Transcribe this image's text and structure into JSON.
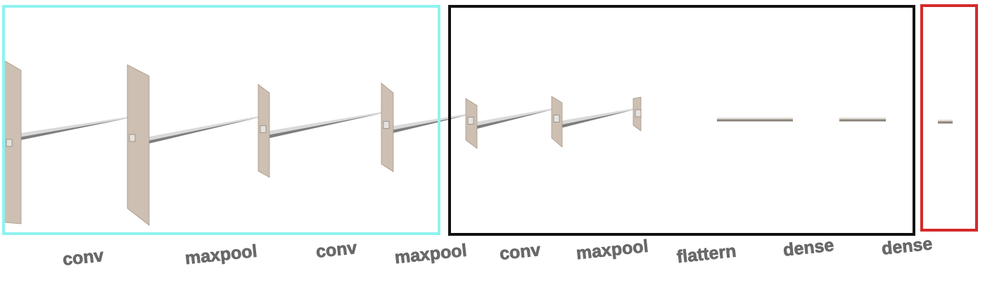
{
  "groups": [
    {
      "name": "cyan-group",
      "color": "#8ff3ef"
    },
    {
      "name": "black-group",
      "color": "#111111"
    },
    {
      "name": "red-group",
      "color": "#d42a2a"
    }
  ],
  "colors": {
    "plane_fill": "#cdbfb2",
    "plane_edge": "#a89888",
    "beam_light": "#d9d9d9",
    "beam_dark": "#7d7d7d",
    "line_bar": "#8a8178"
  },
  "layers": [
    {
      "label": "conv"
    },
    {
      "label": "maxpool"
    },
    {
      "label": "conv"
    },
    {
      "label": "maxpool"
    },
    {
      "label": "conv"
    },
    {
      "label": "maxpool"
    },
    {
      "label": "flattern"
    },
    {
      "label": "dense"
    },
    {
      "label": "dense"
    }
  ]
}
